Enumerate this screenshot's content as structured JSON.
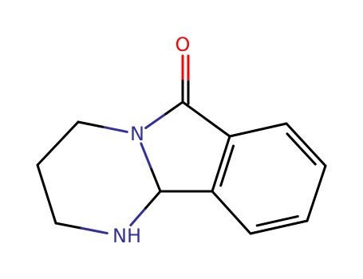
{
  "molecule": {
    "atoms": [
      {
        "id": "O",
        "label": "O",
        "color": "#ff0000"
      },
      {
        "id": "C1",
        "label": ""
      },
      {
        "id": "N1",
        "label": "N",
        "color": "#3030a0"
      },
      {
        "id": "C2",
        "label": ""
      },
      {
        "id": "C3",
        "label": ""
      },
      {
        "id": "C4",
        "label": ""
      },
      {
        "id": "N2",
        "label": "NH",
        "color": "#3030a0"
      },
      {
        "id": "C5",
        "label": ""
      },
      {
        "id": "C6",
        "label": ""
      },
      {
        "id": "C7",
        "label": ""
      },
      {
        "id": "C8",
        "label": ""
      },
      {
        "id": "C9",
        "label": ""
      },
      {
        "id": "C10",
        "label": ""
      },
      {
        "id": "C11",
        "label": ""
      }
    ],
    "bonds": [
      {
        "from": "C1",
        "to": "O",
        "order": 2
      },
      {
        "from": "C1",
        "to": "N1",
        "order": 1
      },
      {
        "from": "N1",
        "to": "C2",
        "order": 1
      },
      {
        "from": "C2",
        "to": "C3",
        "order": 1
      },
      {
        "from": "C3",
        "to": "C4",
        "order": 1
      },
      {
        "from": "C4",
        "to": "N2",
        "order": 1
      },
      {
        "from": "N2",
        "to": "C5",
        "order": 1
      },
      {
        "from": "C5",
        "to": "N1",
        "order": 1
      },
      {
        "from": "C5",
        "to": "C6",
        "order": 1
      },
      {
        "from": "C6",
        "to": "C11",
        "order": 2
      },
      {
        "from": "C11",
        "to": "C1",
        "order": 1
      },
      {
        "from": "C11",
        "to": "C10",
        "order": 1
      },
      {
        "from": "C10",
        "to": "C9",
        "order": 2
      },
      {
        "from": "C9",
        "to": "C8",
        "order": 1
      },
      {
        "from": "C8",
        "to": "C7",
        "order": 2
      },
      {
        "from": "C7",
        "to": "C6",
        "order": 1
      }
    ],
    "colors": {
      "bond": "#000000",
      "nitrogen": "#3030a0",
      "oxygen": "#ff0000"
    }
  }
}
